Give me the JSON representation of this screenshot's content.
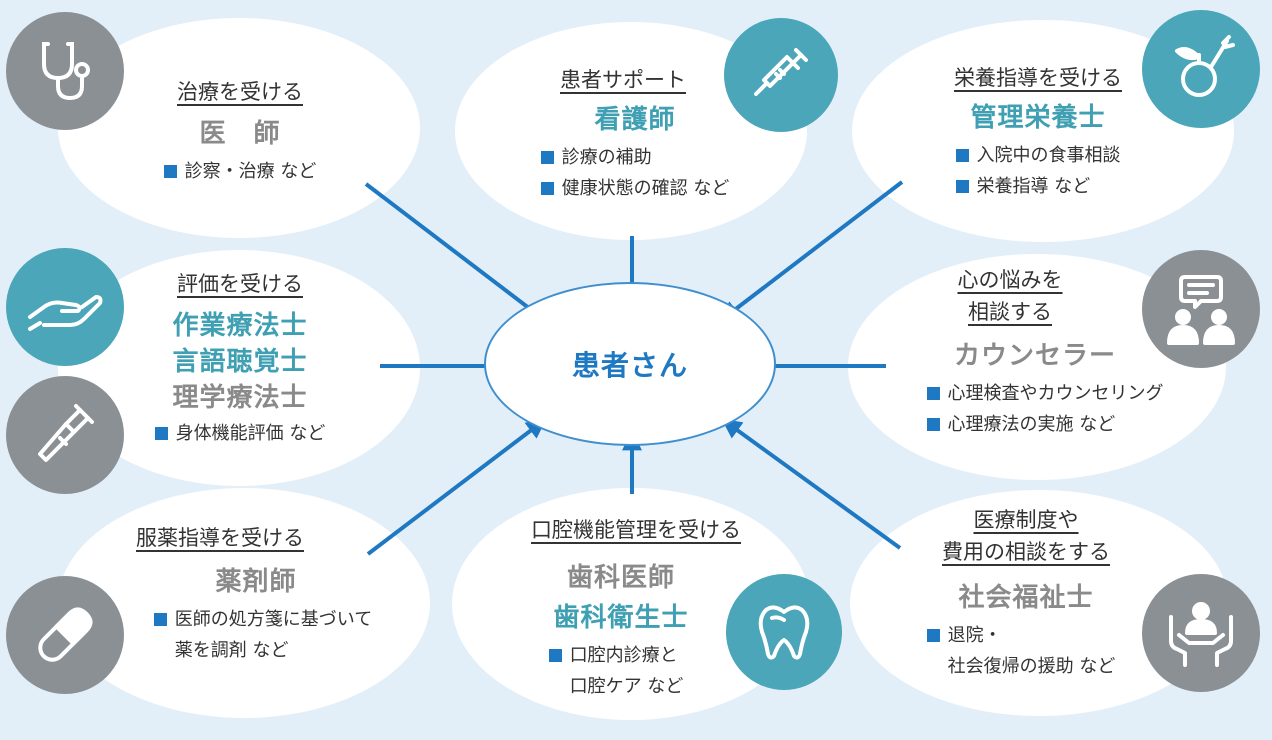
{
  "center": {
    "label": "患者さん"
  },
  "nodes": {
    "doctor": {
      "title": "治療を受ける",
      "role": "医　師",
      "items": [
        "診察・治療 など"
      ]
    },
    "nurse": {
      "title": "患者サポート",
      "role": "看護師",
      "items": [
        "診療の補助",
        "健康状態の確認 など"
      ]
    },
    "dietitian": {
      "title": "栄養指導を受ける",
      "role": "管理栄養士",
      "items": [
        "入院中の食事相談",
        "栄養指導 など"
      ]
    },
    "therapist": {
      "title": "評価を受ける",
      "roles": [
        "作業療法士",
        "言語聴覚士",
        "理学療法士"
      ],
      "items": [
        "身体機能評価 など"
      ]
    },
    "counselor": {
      "title_lines": [
        "心の悩みを",
        "相談する"
      ],
      "role": "カウンセラー",
      "items": [
        "心理検査やカウンセリング",
        "心理療法の実施 など"
      ]
    },
    "pharmacist": {
      "title": "服薬指導を受ける",
      "role": "薬剤師",
      "items": [
        "医師の処方箋に基づいて",
        "薬を調剤 など"
      ]
    },
    "dental": {
      "title": "口腔機能管理を受ける",
      "roles": [
        "歯科医師",
        "歯科衛生士"
      ],
      "items": [
        "口腔内診療と",
        "口腔ケア など"
      ]
    },
    "socialworker": {
      "title_lines": [
        "医療制度や",
        "費用の相談をする"
      ],
      "role": "社会福祉士",
      "items": [
        "退院・",
        "社会復帰の援助 など"
      ]
    }
  },
  "icons": {
    "doctor": "stethoscope-icon",
    "nurse": "syringe-icon",
    "dietitian": "fruit-vegetable-icon",
    "therapist_top": "open-hand-icon",
    "therapist_bottom": "crutch-icon",
    "counselor": "speech-people-icon",
    "pharmacist": "capsule-icon",
    "dental": "tooth-icon",
    "socialworker": "support-person-icon"
  },
  "colors": {
    "teal": "#4aa6b8",
    "gray": "#8b9094",
    "arrow": "#1e78c2",
    "background": "#e3eff8"
  }
}
